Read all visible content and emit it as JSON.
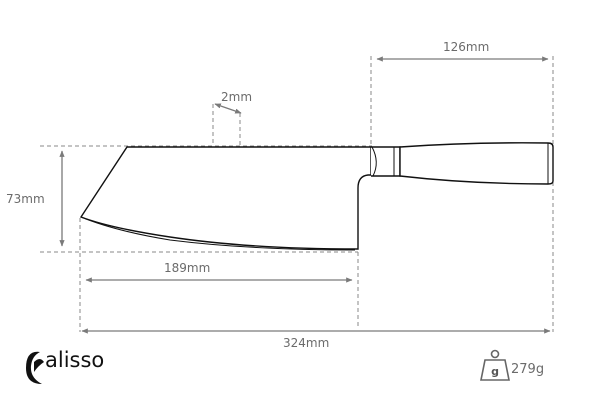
{
  "dimensions": {
    "blade_spine_thickness": "2mm",
    "handle_length": "126mm",
    "blade_height": "73mm",
    "blade_length": "189mm",
    "total_length": "324mm"
  },
  "weight": {
    "icon": "weight-icon",
    "icon_letter": "g",
    "value": "279g"
  },
  "brand": {
    "name": "alisso",
    "logo_letter": "C"
  },
  "colors": {
    "dimension_line": "#7a7a7a",
    "outline": "#111111",
    "text": "#6b6b6b"
  }
}
